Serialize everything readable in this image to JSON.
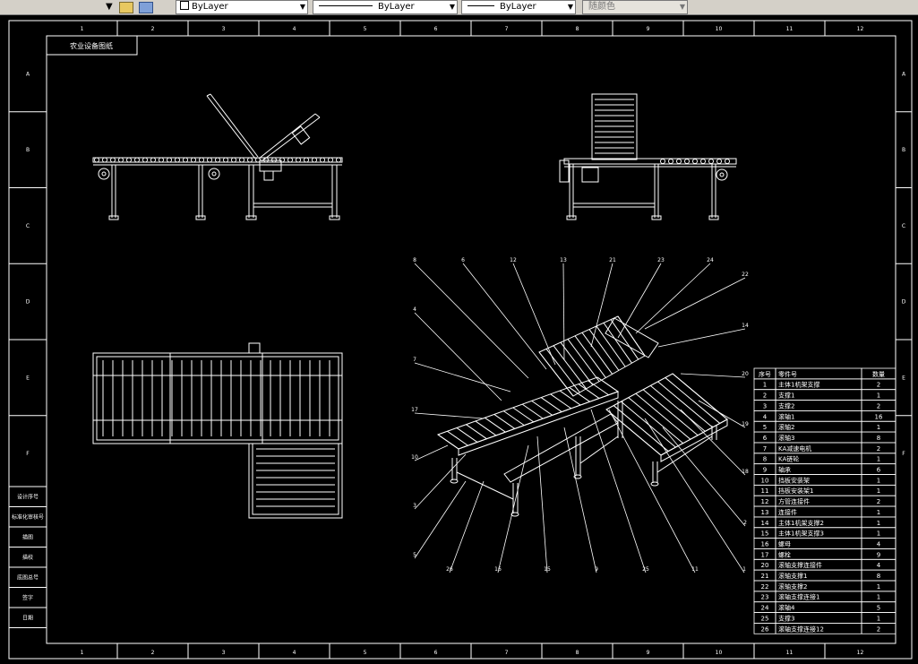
{
  "toolbar": {
    "layer_combo": "ByLayer",
    "linetype_combo": "ByLayer",
    "lineweight_combo": "ByLayer",
    "plotstyle_combo": "随颜色"
  },
  "sheet": {
    "top_cols": [
      "1",
      "2",
      "3",
      "4",
      "5",
      "6",
      "7",
      "8",
      "9",
      "10",
      "11",
      "12"
    ],
    "side_rows": [
      "A",
      "B",
      "C",
      "D",
      "E",
      "F"
    ],
    "title_box": "农业设备图纸",
    "left_labels": [
      "设计序号",
      "标准化审核号",
      "描图",
      "描校",
      "底图总号",
      "签字",
      "日期"
    ]
  },
  "bom": {
    "headers": [
      "序号",
      "零件号",
      "数量"
    ],
    "rows": [
      {
        "no": "1",
        "name": "主体1机架支撑",
        "qty": "2"
      },
      {
        "no": "2",
        "name": "支撑1",
        "qty": "1"
      },
      {
        "no": "3",
        "name": "支撑2",
        "qty": "2"
      },
      {
        "no": "4",
        "name": "滚轴1",
        "qty": "16"
      },
      {
        "no": "5",
        "name": "滚轴2",
        "qty": "1"
      },
      {
        "no": "6",
        "name": "滚轴3",
        "qty": "8"
      },
      {
        "no": "7",
        "name": "KA减速电机",
        "qty": "2"
      },
      {
        "no": "8",
        "name": "KA链轮",
        "qty": "1"
      },
      {
        "no": "9",
        "name": "轴承",
        "qty": "6"
      },
      {
        "no": "10",
        "name": "挡板安装架",
        "qty": "1"
      },
      {
        "no": "11",
        "name": "挡板安装架1",
        "qty": "1"
      },
      {
        "no": "12",
        "name": "方管连接件",
        "qty": "2"
      },
      {
        "no": "13",
        "name": "连接件",
        "qty": "1"
      },
      {
        "no": "14",
        "name": "主体1机架支撑2",
        "qty": "1"
      },
      {
        "no": "15",
        "name": "主体1机架支撑3",
        "qty": "1"
      },
      {
        "no": "16",
        "name": "螺母",
        "qty": "4"
      },
      {
        "no": "17",
        "name": "螺栓",
        "qty": "9"
      },
      {
        "no": "20",
        "name": "滚轴支撑连接件",
        "qty": "4"
      },
      {
        "no": "21",
        "name": "滚轴支撑1",
        "qty": "8"
      },
      {
        "no": "22",
        "name": "滚轴支撑2",
        "qty": "1"
      },
      {
        "no": "23",
        "name": "滚轴支撑连接1",
        "qty": "1"
      },
      {
        "no": "24",
        "name": "滚轴4",
        "qty": "5"
      },
      {
        "no": "25",
        "name": "支撑3",
        "qty": "1"
      },
      {
        "no": "26",
        "name": "滚轴支撑连接12",
        "qty": "2"
      }
    ]
  },
  "balloons": [
    "8",
    "6",
    "12",
    "13",
    "21",
    "23",
    "24",
    "22",
    "4",
    "7",
    "17",
    "10",
    "3",
    "5",
    "26",
    "16",
    "15",
    "9",
    "25",
    "11",
    "1",
    "2",
    "18",
    "19",
    "20",
    "14"
  ]
}
